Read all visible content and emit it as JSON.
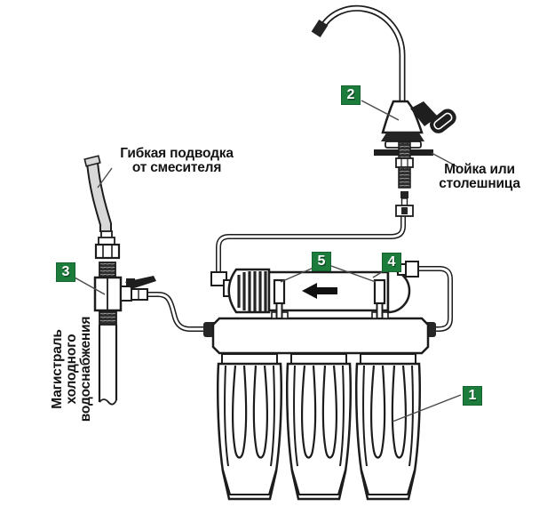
{
  "labels": {
    "flexible_hose": {
      "line1": "Гибкая подводка",
      "line2": "от смесителя"
    },
    "sink": {
      "line1": "Мойка или",
      "line2": "столешница"
    },
    "cold_water_main": {
      "line1": "Магистраль",
      "line2": "холодного",
      "line3": "водоснабжения"
    }
  },
  "badges": {
    "b1": "1",
    "b2": "2",
    "b3": "3",
    "b4": "4",
    "b5": "5"
  },
  "icons": {
    "flow_arrow": "arrow-left"
  },
  "colors": {
    "badge_green": "#1c7c3c",
    "line_art": "#1c1c1c",
    "hose_gray": "#d8d8d8",
    "background": "#ffffff"
  }
}
